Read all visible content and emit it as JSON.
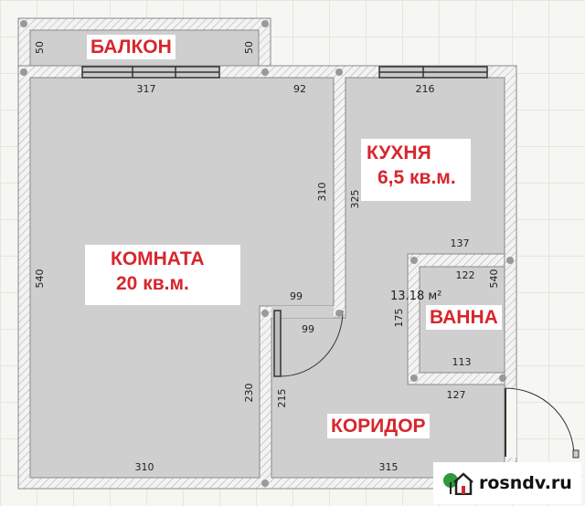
{
  "rooms": {
    "balcony": "БАЛКОН",
    "kitchen": "КУХНЯ",
    "kitchen_area": "6,5 кв.м.",
    "room": "КОМНАТА",
    "room_area": "20 кв.м.",
    "bath": "ВАННА",
    "corridor": "КОРИДОР"
  },
  "area_readout": "13.18 м²",
  "dimensions": {
    "balcony_left": "50",
    "balcony_right": "50",
    "room_top": "317",
    "room_top_right": "92",
    "kitchen_top": "216",
    "wall_310": "310",
    "wall_325": "325",
    "room_left": "540",
    "bath_top_outer": "137",
    "bath_top_inner": "122",
    "right_540": "540",
    "bath_left": "175",
    "door_99_a": "99",
    "door_99_b": "99",
    "bath_bottom_inner": "113",
    "bath_bottom_outer": "127",
    "corr_230": "230",
    "corr_215": "215",
    "room_bottom": "310",
    "corr_bottom": "315"
  },
  "colors": {
    "label": "#d7262d",
    "floor": "#cfcfcf",
    "wall": "#f2f2f2",
    "grid": "#e4e4dc"
  },
  "watermark": "rosndv.ru"
}
